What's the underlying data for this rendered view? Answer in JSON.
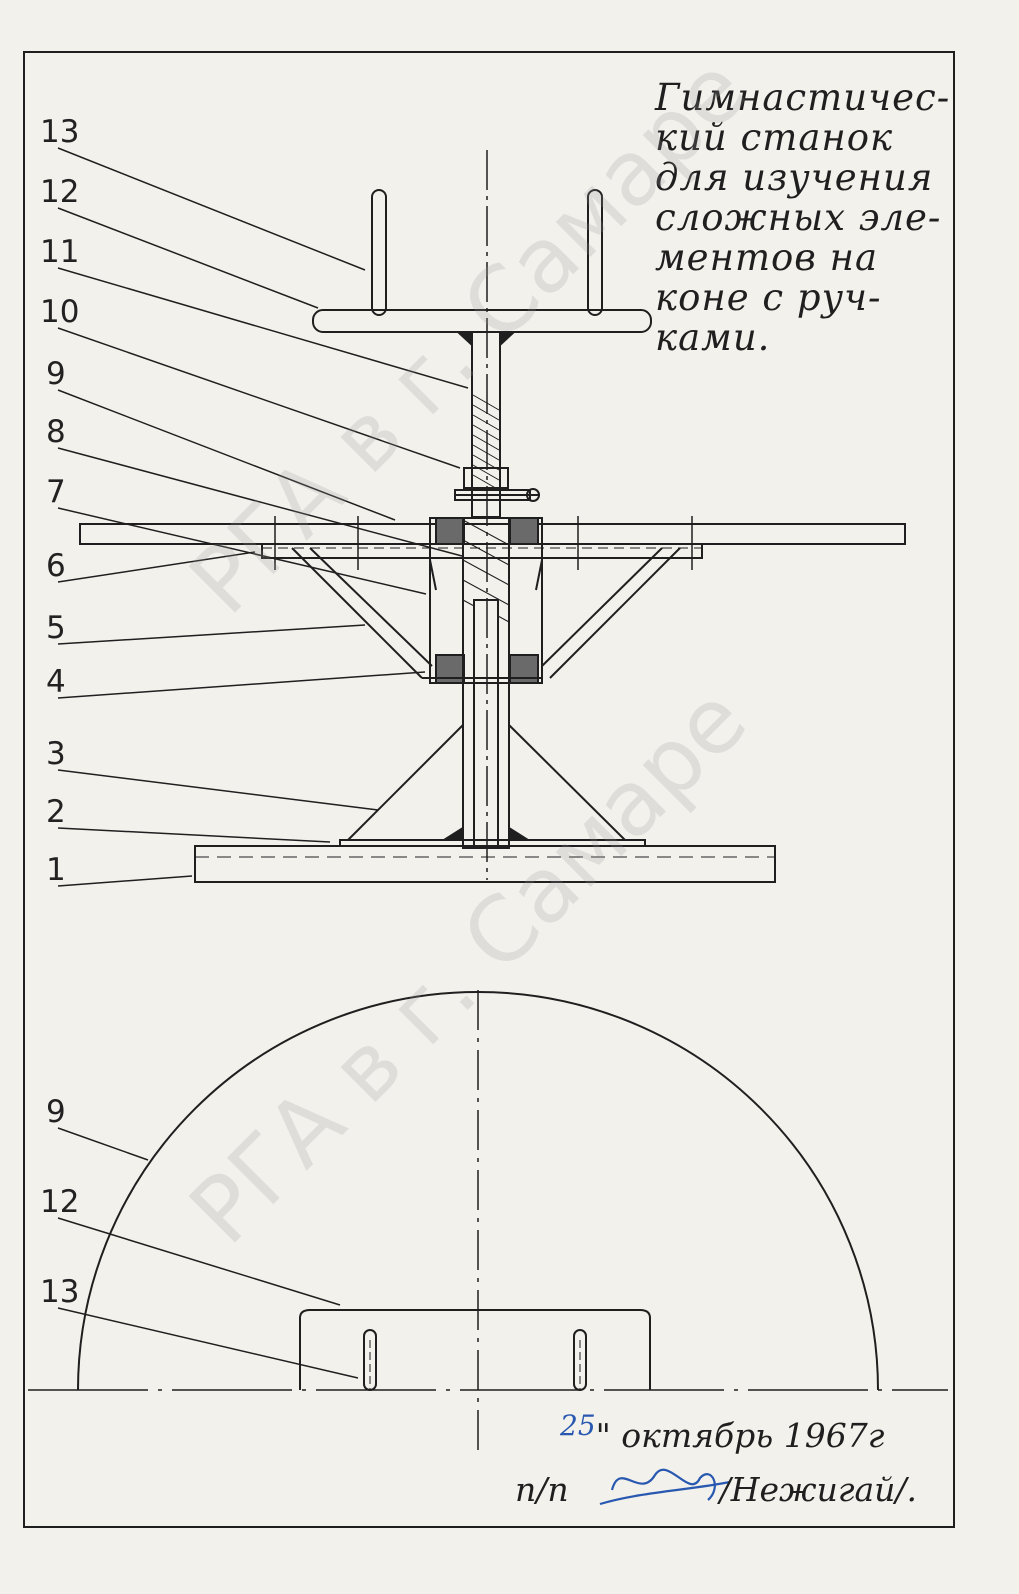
{
  "title_lines": [
    "Гимнастичес-",
    "кий станок",
    "для изучения",
    "сложных эле-",
    "ментов на",
    "коне с руч-",
    "ками."
  ],
  "callouts_top": [
    "13",
    "12",
    "11",
    "10",
    "9",
    "8",
    "7",
    "6",
    "5",
    "4",
    "3",
    "2",
    "1"
  ],
  "callouts_bottom": [
    "9",
    "12",
    "13"
  ],
  "date": {
    "day": "25",
    "rest": "\" октябрь 1967г"
  },
  "signature": {
    "prefix": "п/п",
    "name": "/Нежигай/."
  },
  "watermark": "РГА в г. Самаре",
  "colors": {
    "ink": "#1f1f1f",
    "paper": "#f3f1ec",
    "blue_ink": "#2858b0"
  }
}
